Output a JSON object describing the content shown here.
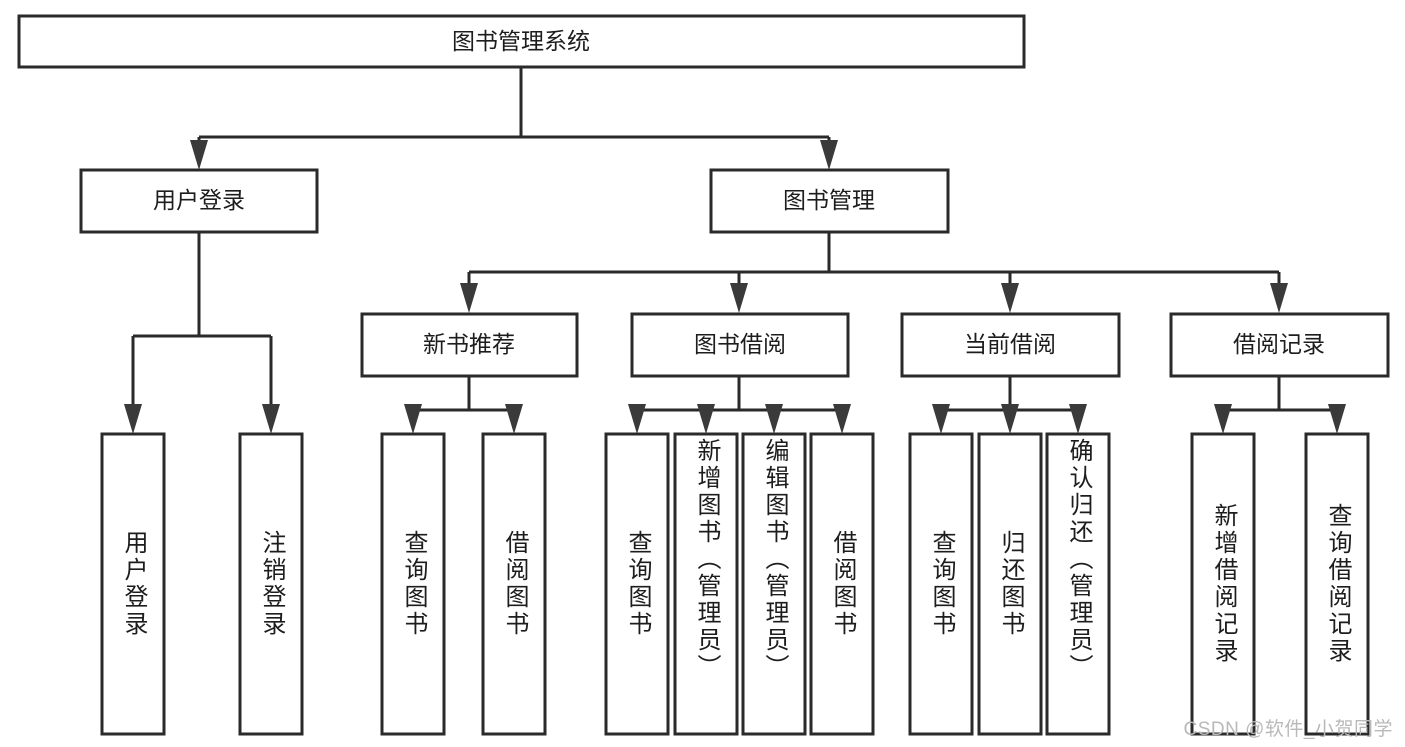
{
  "diagram": {
    "type": "tree-hierarchy",
    "title": "图书管理系统",
    "watermark": "CSDN @软件_小贺同学",
    "colors": {
      "box_stroke": "#2a2a2a",
      "box_fill": "#ffffff",
      "connector": "#2a2a2a",
      "arrow": "#3a3a3a",
      "text": "#1d1d1d",
      "watermark": "#b9b9b9",
      "background": "#ffffff"
    },
    "root": {
      "label": "图书管理系统"
    },
    "level2": [
      {
        "id": "user-login",
        "label": "用户登录"
      },
      {
        "id": "book-manage",
        "label": "图书管理"
      }
    ],
    "level3": [
      {
        "id": "new-book-recommend",
        "label": "新书推荐",
        "parent": "book-manage"
      },
      {
        "id": "book-borrow",
        "label": "图书借阅",
        "parent": "book-manage"
      },
      {
        "id": "current-borrow",
        "label": "当前借阅",
        "parent": "book-manage"
      },
      {
        "id": "borrow-record",
        "label": "借阅记录",
        "parent": "book-manage"
      }
    ],
    "leaves": [
      {
        "id": "leaf-user-login",
        "label": "用户登录",
        "parent": "user-login"
      },
      {
        "id": "leaf-logout",
        "label": "注销登录",
        "parent": "user-login"
      },
      {
        "id": "leaf-query-book-a",
        "label": "查询图书",
        "parent": "new-book-recommend"
      },
      {
        "id": "leaf-borrow-book-a",
        "label": "借阅图书",
        "parent": "new-book-recommend"
      },
      {
        "id": "leaf-query-book-b",
        "label": "查询图书",
        "parent": "book-borrow"
      },
      {
        "id": "leaf-add-book",
        "label": "新增图书（管理员）",
        "parent": "book-borrow"
      },
      {
        "id": "leaf-edit-book",
        "label": "编辑图书（管理员）",
        "parent": "book-borrow"
      },
      {
        "id": "leaf-borrow-book-b",
        "label": "借阅图书",
        "parent": "book-borrow"
      },
      {
        "id": "leaf-query-book-c",
        "label": "查询图书",
        "parent": "current-borrow"
      },
      {
        "id": "leaf-return-book",
        "label": "归还图书",
        "parent": "current-borrow"
      },
      {
        "id": "leaf-confirm-return",
        "label": "确认归还（管理员）",
        "parent": "current-borrow"
      },
      {
        "id": "leaf-add-record",
        "label": "新增借阅记录",
        "parent": "borrow-record"
      },
      {
        "id": "leaf-query-record",
        "label": "查询借阅记录",
        "parent": "borrow-record"
      }
    ]
  }
}
